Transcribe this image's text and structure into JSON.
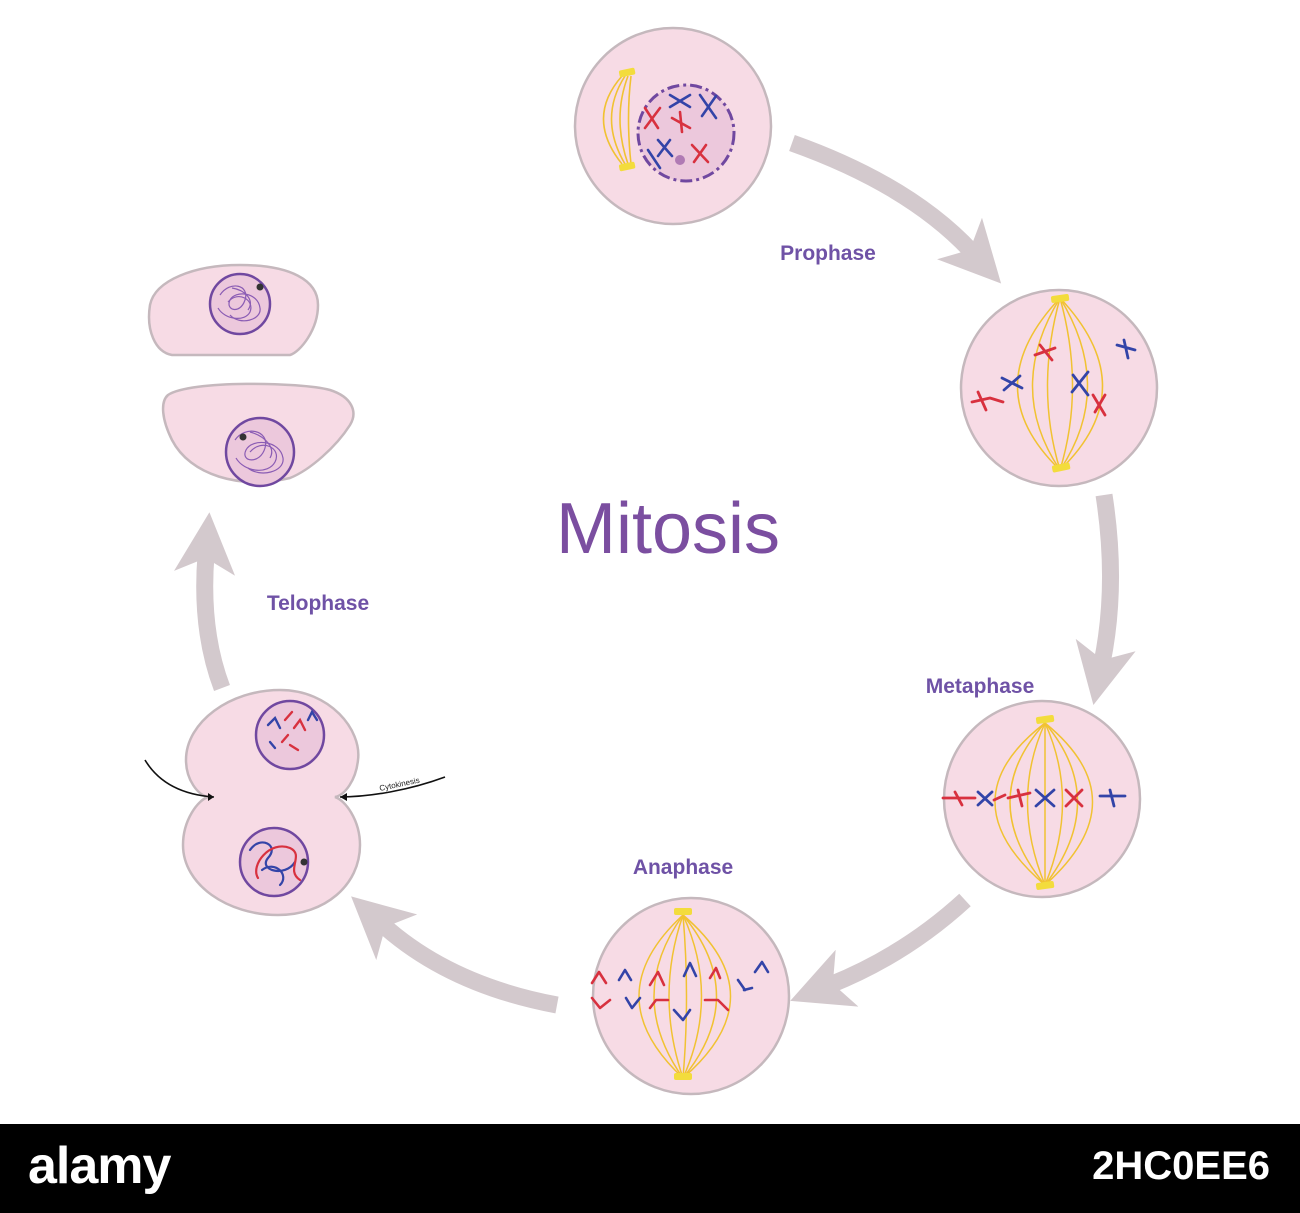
{
  "diagram": {
    "title": "Mitosis",
    "phases": [
      {
        "id": "prophase",
        "label": "Prophase"
      },
      {
        "id": "metaphase",
        "label": "Metaphase"
      },
      {
        "id": "anaphase",
        "label": "Anaphase"
      },
      {
        "id": "telophase",
        "label": "Telophase"
      }
    ],
    "annotation": "Cytokinesis",
    "colors": {
      "title": "#7b4ea0",
      "label": "#6f52a6",
      "cell_fill": "#f7dbe5",
      "cell_stroke": "#c5b8bd",
      "arrow": "#d3c9cd",
      "spindle": "#f1c232",
      "centrosome": "#f3dc3c",
      "chromosome_red": "#d8313f",
      "chromosome_blue": "#3344a8",
      "nucleus": "#7048a0"
    }
  },
  "footer": {
    "logo": "alamy",
    "stock_id": "2HC0EE6"
  }
}
